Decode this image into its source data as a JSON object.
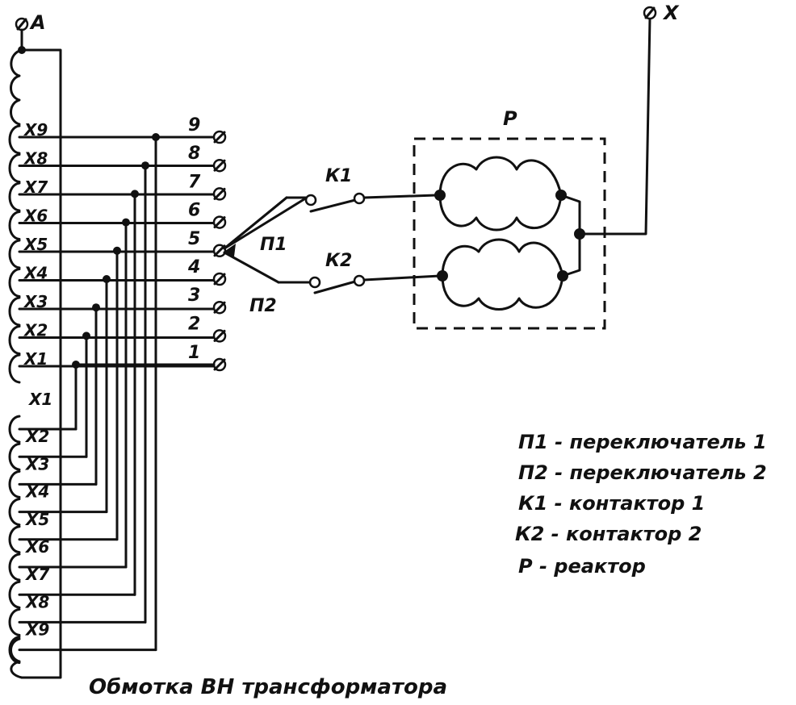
{
  "terminals": {
    "top_left": "A",
    "top_right": "X"
  },
  "reactor": {
    "label": "Р"
  },
  "upper_taps": [
    "X9",
    "X8",
    "X7",
    "X6",
    "X5",
    "X4",
    "X3",
    "X2",
    "X1"
  ],
  "lower_taps": [
    "X1",
    "X2",
    "X3",
    "X4",
    "X5",
    "X6",
    "X7",
    "X8",
    "X9"
  ],
  "contact_numbers": [
    "9",
    "8",
    "7",
    "6",
    "5",
    "4",
    "3",
    "2",
    "1"
  ],
  "switches": {
    "p1": "П1",
    "p2": "П2",
    "k1": "К1",
    "k2": "К2"
  },
  "legend": [
    "П1 - переключатель 1",
    "П2 - переключатель 2",
    "К1 - контактор 1",
    "К2 - контактор 2",
    "Р - реактор"
  ],
  "caption": "Обмотка ВН трансформатора"
}
